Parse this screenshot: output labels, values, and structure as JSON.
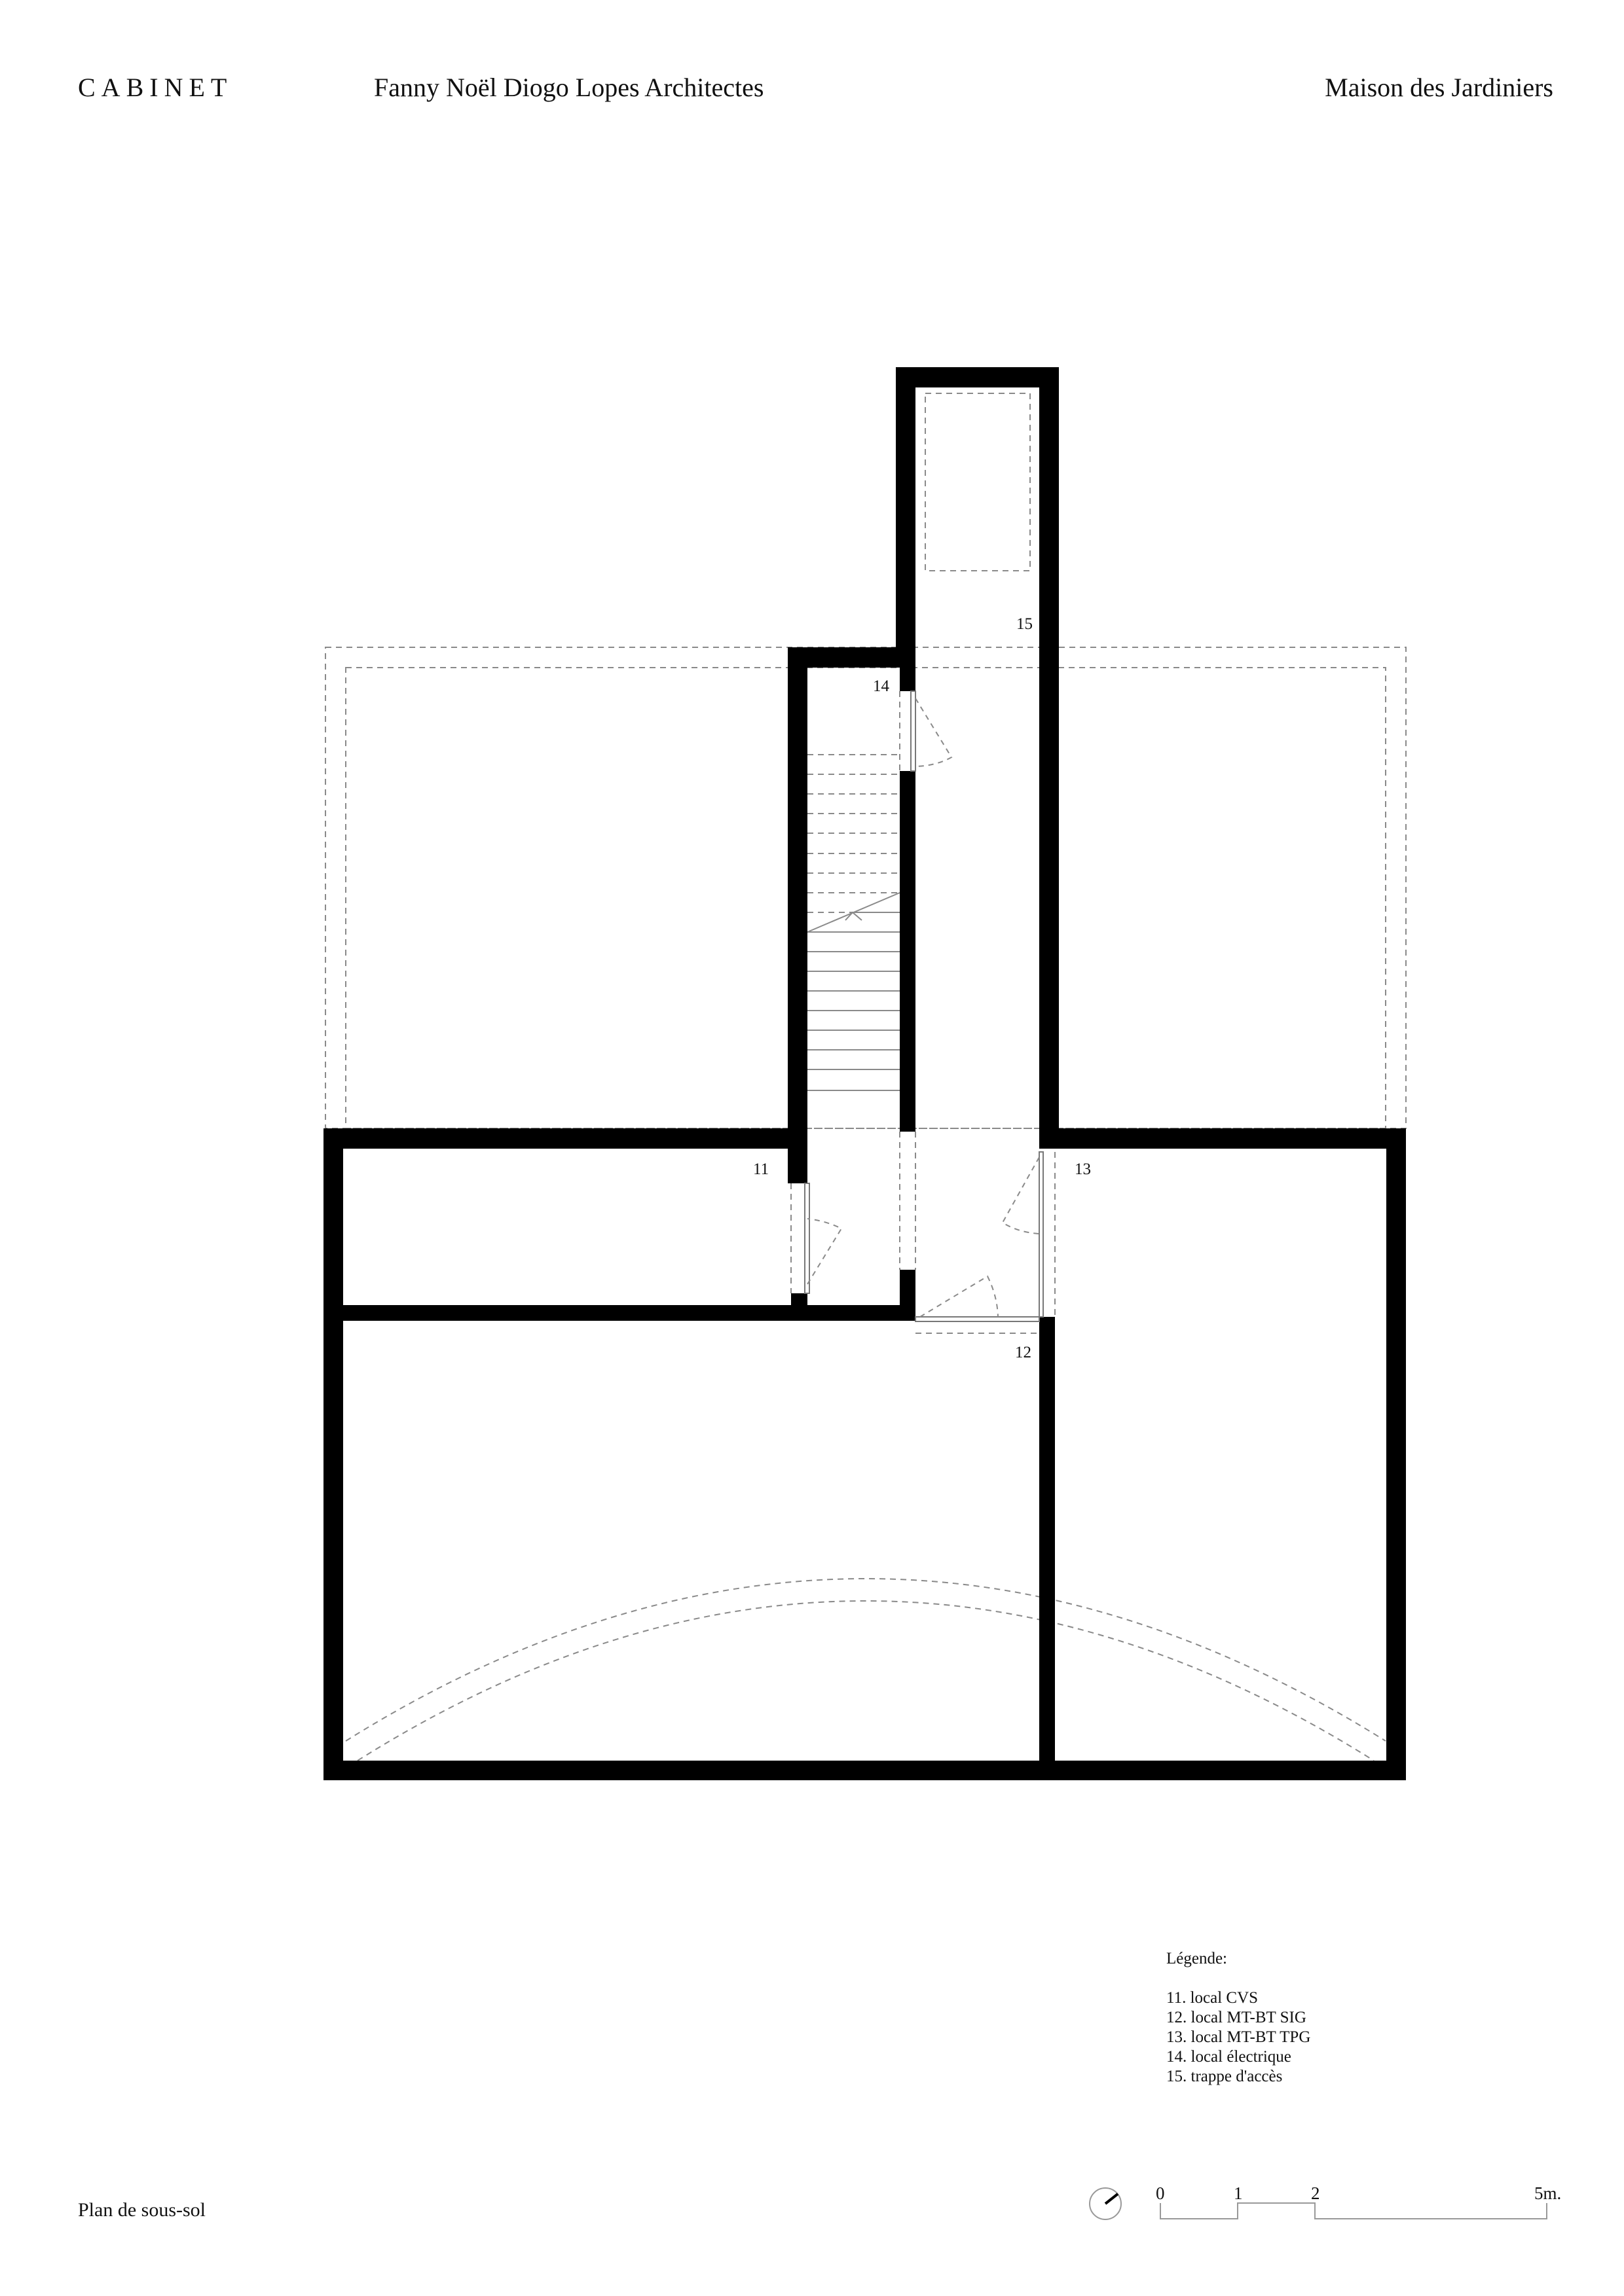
{
  "header": {
    "office": "CABINET",
    "firm": "Fanny Noël Diogo Lopes Architectes",
    "project": "Maison des Jardiniers"
  },
  "drawing": {
    "title": "Plan de sous-sol",
    "room_labels": [
      "11",
      "12",
      "13",
      "14",
      "15"
    ]
  },
  "legend": {
    "title": "Légende:",
    "items": [
      "11. local CVS",
      "12. local MT-BT SIG",
      "13. local MT-BT TPG",
      "14. local électrique",
      "15. trappe d'accès"
    ]
  },
  "scale_bar": {
    "labels": [
      "0",
      "1",
      "2",
      "5m."
    ]
  },
  "colors": {
    "wall": "#000000",
    "hidden_line": "#8a8a8a"
  }
}
